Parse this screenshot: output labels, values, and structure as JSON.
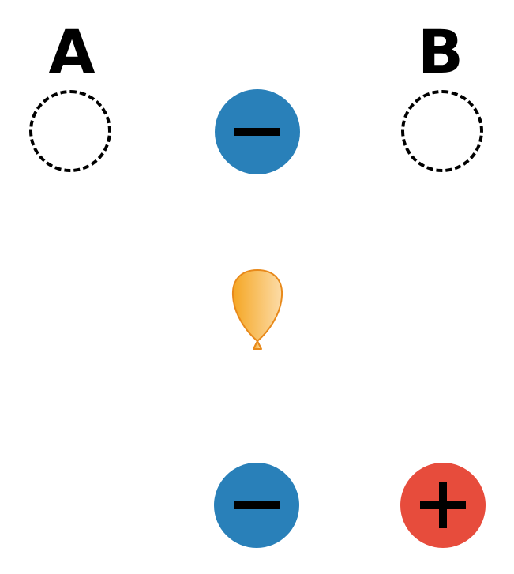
{
  "labels": {
    "a": "A",
    "b": "B"
  },
  "colors": {
    "negative": "#2980B9",
    "positive": "#E74C3C",
    "balloon_light": "#FCDCA8",
    "balloon_dark": "#F5A623",
    "balloon_outline": "#E8891A",
    "slot_border": "#000000"
  },
  "charges": [
    {
      "id": "top-center",
      "sign": "negative",
      "symbol": "minus-icon"
    },
    {
      "id": "bottom-center",
      "sign": "negative",
      "symbol": "minus-icon"
    },
    {
      "id": "bottom-right",
      "sign": "positive",
      "symbol": "plus-icon"
    }
  ],
  "icons": {
    "balloon": "balloon-icon"
  }
}
